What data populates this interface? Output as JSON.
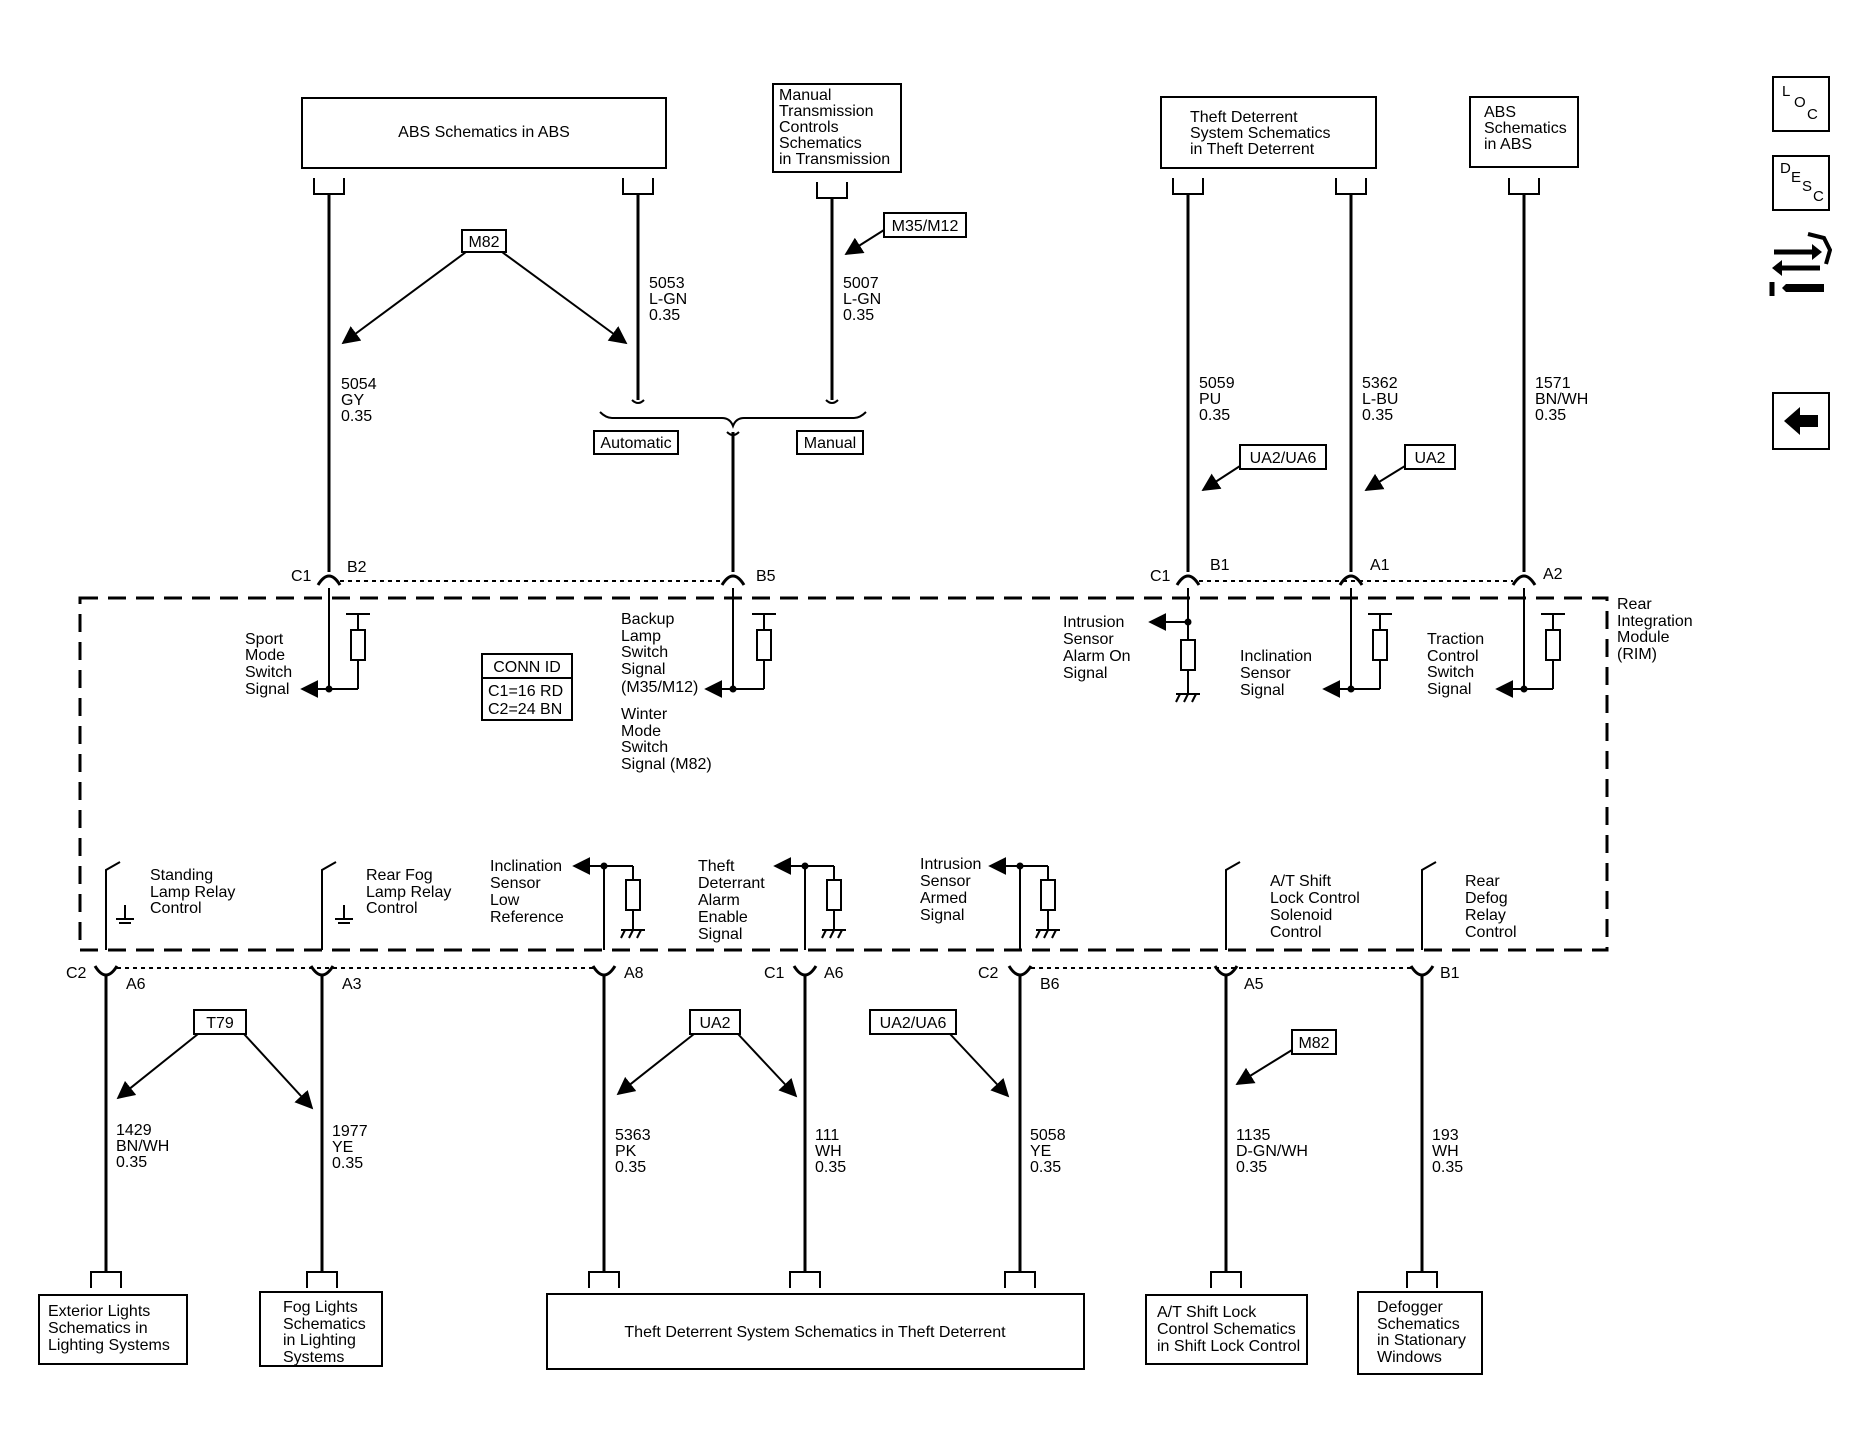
{
  "boxes": {
    "abs_top_left": [
      "ABS Schematics in ABS"
    ],
    "manual_trans": [
      "Manual",
      "Transmission",
      "Controls",
      "Schematics",
      "in Transmission"
    ],
    "theft_top": [
      "Theft Deterrent",
      "System Schematics",
      "in Theft Deterrent"
    ],
    "abs_top_right": [
      "ABS",
      "Schematics",
      "in ABS"
    ],
    "exterior_lights": [
      "Exterior Lights",
      "Schematics in",
      "Lighting Systems"
    ],
    "fog_lights": [
      "Fog Lights",
      "Schematics",
      "in Lighting",
      "Systems"
    ],
    "theft_bottom": [
      "Theft Deterrent System Schematics in Theft Deterrent"
    ],
    "shift_lock": [
      "A/T Shift Lock",
      "Control Schematics",
      "in Shift Lock Control"
    ],
    "defogger": [
      "Defogger",
      "Schematics",
      "in Stationary",
      "Windows"
    ]
  },
  "tags": {
    "m82_top": "M82",
    "m35_m12": "M35/M12",
    "ua2_ua6_top": "UA2/UA6",
    "ua2_top": "UA2",
    "t79": "T79",
    "ua2_bottom": "UA2",
    "ua2_ua6_bottom": "UA2/UA6",
    "m82_bottom": "M82",
    "automatic": "Automatic",
    "manual": "Manual"
  },
  "wires": {
    "w5054": [
      "5054",
      "GY",
      "0.35"
    ],
    "w5053": [
      "5053",
      "L-GN",
      "0.35"
    ],
    "w5007": [
      "5007",
      "L-GN",
      "0.35"
    ],
    "w5059": [
      "5059",
      "PU",
      "0.35"
    ],
    "w5362": [
      "5362",
      "L-BU",
      "0.35"
    ],
    "w1571": [
      "1571",
      "BN/WH",
      "0.35"
    ],
    "w1429": [
      "1429",
      "BN/WH",
      "0.35"
    ],
    "w1977": [
      "1977",
      "YE",
      "0.35"
    ],
    "w5363": [
      "5363",
      "PK",
      "0.35"
    ],
    "w111": [
      "111",
      "WH",
      "0.35"
    ],
    "w5058": [
      "5058",
      "YE",
      "0.35"
    ],
    "w1135": [
      "1135",
      "D-GN/WH",
      "0.35"
    ],
    "w193": [
      "193",
      "WH",
      "0.35"
    ]
  },
  "pins": {
    "c1_top_left": "C1",
    "b2": "B2",
    "b5": "B5",
    "c1_top_right": "C1",
    "b1_top": "B1",
    "a1": "A1",
    "a2": "A2",
    "c2_bottom_left": "C2",
    "a6_left": "A6",
    "a3": "A3",
    "a8": "A8",
    "c1_bottom": "C1",
    "a6_mid": "A6",
    "c2_bottom_mid": "C2",
    "b6": "B6",
    "a5": "A5",
    "b1_bottom": "B1"
  },
  "signals": {
    "sport_mode": [
      "Sport",
      "Mode",
      "Switch",
      "Signal"
    ],
    "backup_lamp": [
      "Backup",
      "Lamp",
      "Switch",
      "Signal",
      "(M35/M12)"
    ],
    "winter_mode": [
      "Winter",
      "Mode",
      "Switch",
      "Signal (M82)"
    ],
    "intrusion_alarm": [
      "Intrusion",
      "Sensor",
      "Alarm On",
      "Signal"
    ],
    "inclination_signal": [
      "Inclination",
      "Sensor",
      "Signal"
    ],
    "traction_control": [
      "Traction",
      "Control",
      "Switch",
      "Signal"
    ],
    "standing_lamp": [
      "Standing",
      "Lamp Relay",
      "Control"
    ],
    "rear_fog": [
      "Rear Fog",
      "Lamp Relay",
      "Control"
    ],
    "inclination_low": [
      "Inclination",
      "Sensor",
      "Low",
      "Reference"
    ],
    "theft_alarm_enable": [
      "Theft",
      "Deterrant",
      "Alarm",
      "Enable",
      "Signal"
    ],
    "intrusion_armed": [
      "Intrusion",
      "Sensor",
      "Armed",
      "Signal"
    ],
    "shift_lock_solenoid": [
      "A/T Shift",
      "Lock Control",
      "Solenoid",
      "Control"
    ],
    "rear_defog": [
      "Rear",
      "Defog",
      "Relay",
      "Control"
    ]
  },
  "module": {
    "name": [
      "Rear",
      "Integration",
      "Module",
      "(RIM)"
    ],
    "conn_id_title": "CONN ID",
    "conn_id_lines": [
      "C1=16 RD",
      "C2=24 BN"
    ]
  },
  "nav": {
    "loc": [
      "L",
      "O",
      "C"
    ],
    "desc": [
      "D",
      "E",
      "S",
      "C"
    ],
    "transfer_icon": "transfer-arrows-wrench-icon",
    "back_icon": "left-arrow-icon"
  }
}
